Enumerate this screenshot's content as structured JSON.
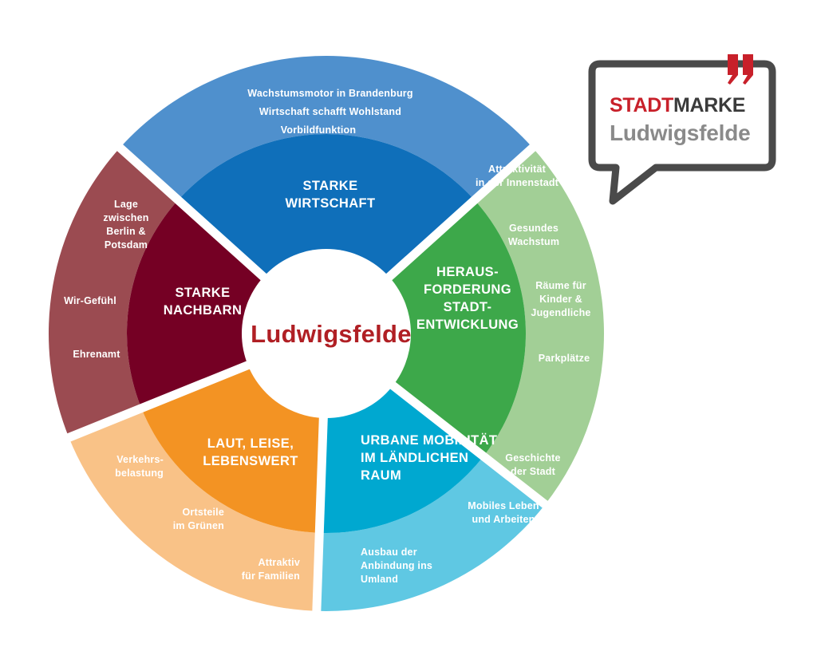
{
  "colors": {
    "divider": "#ffffff",
    "center_fill": "#ffffff",
    "center_text": "#b01f24",
    "logo_frame": "#4a4a4a",
    "logo_quote": "#c8202a",
    "logo_red_text": "#c8202a",
    "logo_dark_text": "#3b3b3b",
    "logo_gray_text": "#8a8a8a"
  },
  "logo": {
    "part_red": "STADT",
    "part_dark": "MARKE",
    "line2": "Ludwigsfelde"
  },
  "center_label": "Ludwigsfelde",
  "segments": [
    {
      "id": "wirtschaft",
      "inner_color": "#0f6fba",
      "outer_color": "#4f90cd",
      "inner_lines": [
        "STARKE",
        "WIRTSCHAFT"
      ],
      "outer_items": [
        [
          "Wachstumsmotor in Brandenburg"
        ],
        [
          "Wirtschaft schafft Wohlstand"
        ],
        [
          "Vorbildfunktion"
        ]
      ]
    },
    {
      "id": "stadtentwicklung",
      "inner_color": "#3da84a",
      "outer_color": "#a2cf96",
      "inner_lines": [
        "HERAUS-",
        "FORDERUNG",
        "STADT-",
        "ENTWICKLUNG"
      ],
      "outer_items": [
        [
          "Attraktivität",
          "in der Innenstadt"
        ],
        [
          "Gesundes",
          "Wachstum"
        ],
        [
          "Räume für",
          "Kinder &",
          "Jugendliche"
        ],
        [
          "Parkplätze"
        ]
      ]
    },
    {
      "id": "mobilitaet",
      "inner_color": "#00a8d0",
      "outer_color": "#5fc8e3",
      "inner_lines": [
        "URBANE MOBILITÄT",
        "IM LÄNDLICHEN",
        "RAUM"
      ],
      "outer_items": [
        [
          "Geschichte",
          "der Stadt"
        ],
        [
          "Mobiles Leben",
          "und Arbeiten"
        ],
        [
          "Ausbau der",
          "Anbindung ins",
          "Umland"
        ]
      ]
    },
    {
      "id": "lebenswert",
      "inner_color": "#f39323",
      "outer_color": "#f9c287",
      "inner_lines": [
        "LAUT, LEISE,",
        "LEBENSWERT"
      ],
      "outer_items": [
        [
          "Verkehrs-",
          "belastung"
        ],
        [
          "Ortsteile",
          "im Grünen"
        ],
        [
          "Attraktiv",
          "für Familien"
        ]
      ]
    },
    {
      "id": "nachbarn",
      "inner_color": "#750024",
      "outer_color": "#9b4b51",
      "inner_lines": [
        "STARKE",
        "NACHBARN"
      ],
      "outer_items": [
        [
          "Lage",
          "zwischen",
          "Berlin &",
          "Potsdam"
        ],
        [
          "Wir-Gefühl"
        ],
        [
          "Ehrenamt"
        ]
      ]
    }
  ]
}
